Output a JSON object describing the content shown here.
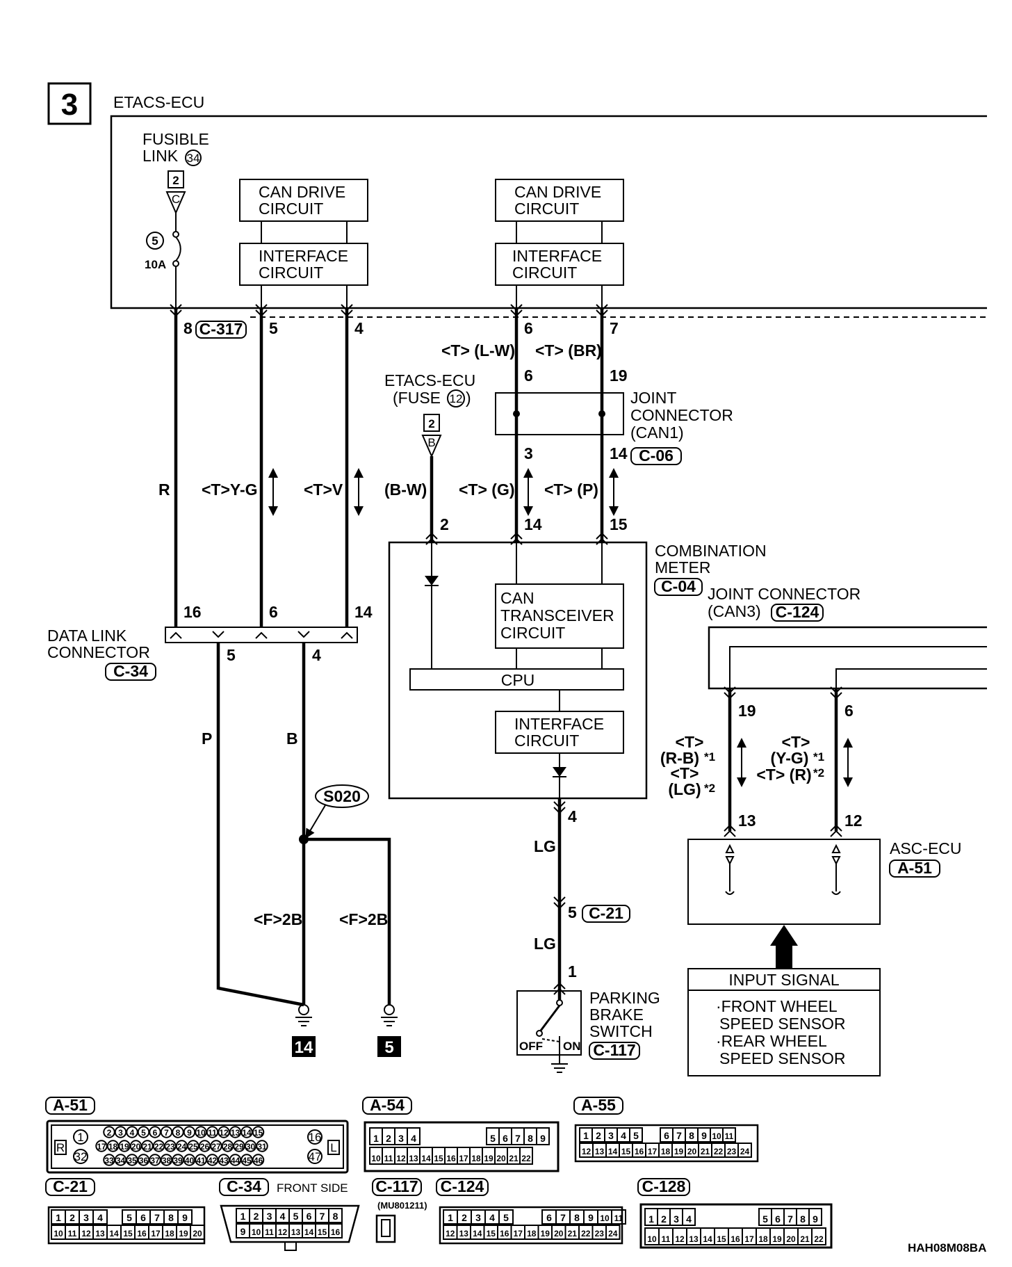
{
  "page_number": "3",
  "top_ecu": "ETACS-ECU",
  "fusible_link": {
    "line1": "FUSIBLE",
    "line2": "LINK",
    "circled": "34",
    "term": "2",
    "pin": "C"
  },
  "fuse": {
    "num": "5",
    "amp": "10A"
  },
  "can_drive": "CAN DRIVE",
  "circuit": "CIRCUIT",
  "interface": "INTERFACE",
  "connector_c317": "C-317",
  "pins": {
    "p8": "8",
    "p5": "5",
    "p4": "4",
    "p6": "6",
    "p7": "7",
    "p6b": "6",
    "p19": "19",
    "p3": "3",
    "p14": "14",
    "p2": "2",
    "p14b": "14",
    "p15": "15",
    "p16": "16",
    "p6c": "6",
    "p14c": "14",
    "p5b": "5",
    "p4b": "4",
    "p19b": "19",
    "p6d": "6",
    "p13": "13",
    "p12": "12",
    "p4c": "4",
    "p5c": "5",
    "p1": "1"
  },
  "wire_labels": {
    "tlw": "<T> (L-W)",
    "tbr": "<T> (BR)",
    "r": "R",
    "tyg": "<T>Y-G",
    "tv": "<T>V",
    "bw": "(B-W)",
    "tg": "<T> (G)",
    "tp": "<T> (P)",
    "p": "P",
    "b": "B",
    "f2b_a": "<F>2B",
    "f2b_b": "<F>2B",
    "lg1": "LG",
    "lg2": "LG"
  },
  "etacs_fuse": {
    "line1": "ETACS-ECU",
    "line2a": "(FUSE",
    "circled": "12",
    "line2b": ")",
    "term": "2",
    "pin": "B"
  },
  "joint_can1": {
    "line1": "JOINT",
    "line2": "CONNECTOR",
    "line3": "(CAN1)",
    "conn": "C-06"
  },
  "combination_meter": {
    "line1": "COMBINATION",
    "line2": "METER",
    "conn": "C-04"
  },
  "can_trans": {
    "line1": "CAN",
    "line2": "TRANSCEIVER",
    "line3": "CIRCUIT"
  },
  "cpu": "CPU",
  "data_link": {
    "line1": "DATA LINK",
    "line2": "CONNECTOR",
    "conn": "C-34"
  },
  "joint_can3": {
    "line1": "JOINT CONNECTOR",
    "line2": "(CAN3)",
    "conn": "C-124"
  },
  "asc_wires": {
    "t1": "<T>",
    "rb": "(R-B)",
    "star1a": "*1",
    "t2": "<T>",
    "lg": "(LG)",
    "star2a": "*2",
    "t3": "<T>",
    "yg": "(Y-G)",
    "star1b": "*1",
    "tr": "<T> (R)",
    "star2b": "*2"
  },
  "splice": "S020",
  "asc_ecu": {
    "name": "ASC-ECU",
    "conn": "A-51"
  },
  "c21": "C-21",
  "parking": {
    "line1": "PARKING",
    "line2": "BRAKE",
    "line3": "SWITCH",
    "conn": "C-117",
    "off": "OFF",
    "on": "ON"
  },
  "input_signal": {
    "title": "INPUT SIGNAL",
    "l1": "·FRONT WHEEL",
    "l2": "SPEED SENSOR",
    "l3": "·REAR WHEEL",
    "l4": "SPEED SENSOR"
  },
  "grounds": {
    "g1": "14",
    "g2": "5"
  },
  "connectors": {
    "a51": "A-51",
    "a54": "A-54",
    "a55": "A-55",
    "c21": "C-21",
    "c34": "C-34",
    "front_side": "FRONT SIDE",
    "c117": "C-117",
    "c124": "C-124",
    "c128": "C-128",
    "mu": "(MU801211)"
  },
  "a51_row1": [
    "2",
    "3",
    "4",
    "5",
    "6",
    "7",
    "8",
    "9",
    "10",
    "11",
    "12",
    "13",
    "14",
    "15"
  ],
  "a51_row2": [
    "17",
    "18",
    "19",
    "20",
    "21",
    "22",
    "23",
    "24",
    "25",
    "26",
    "27",
    "28",
    "29",
    "30",
    "31"
  ],
  "a51_row3": [
    "33",
    "34",
    "35",
    "36",
    "37",
    "38",
    "39",
    "40",
    "41",
    "42",
    "43",
    "44",
    "45",
    "46"
  ],
  "a51_side": {
    "one": "1",
    "r": "R",
    "n32": "32",
    "n16": "16",
    "n47": "47",
    "l": "L"
  },
  "a54_row1": [
    "1",
    "2",
    "3",
    "4",
    "5",
    "6",
    "7",
    "8",
    "9"
  ],
  "a54_row2": [
    "10",
    "11",
    "12",
    "13",
    "14",
    "15",
    "16",
    "17",
    "18",
    "19",
    "20",
    "21",
    "22"
  ],
  "a55_row1": [
    "1",
    "2",
    "3",
    "4",
    "5",
    "6",
    "7",
    "8",
    "9",
    "10",
    "11"
  ],
  "a55_row2": [
    "12",
    "13",
    "14",
    "15",
    "16",
    "17",
    "18",
    "19",
    "20",
    "21",
    "22",
    "23",
    "24"
  ],
  "c21_row1": [
    "1",
    "2",
    "3",
    "4",
    "5",
    "6",
    "7",
    "8",
    "9"
  ],
  "c21_row2": [
    "10",
    "11",
    "12",
    "13",
    "14",
    "15",
    "16",
    "17",
    "18",
    "19",
    "20"
  ],
  "c34_row1": [
    "1",
    "2",
    "3",
    "4",
    "5",
    "6",
    "7",
    "8"
  ],
  "c34_row2": [
    "9",
    "10",
    "11",
    "12",
    "13",
    "14",
    "15",
    "16"
  ],
  "c124_row1": [
    "1",
    "2",
    "3",
    "4",
    "5",
    "6",
    "7",
    "8",
    "9",
    "10",
    "11"
  ],
  "c124_row2": [
    "12",
    "13",
    "14",
    "15",
    "16",
    "17",
    "18",
    "19",
    "20",
    "21",
    "22",
    "23",
    "24"
  ],
  "c128_row1": [
    "1",
    "2",
    "3",
    "4",
    "5",
    "6",
    "7",
    "8",
    "9"
  ],
  "c128_row2": [
    "10",
    "11",
    "12",
    "13",
    "14",
    "15",
    "16",
    "17",
    "18",
    "19",
    "20",
    "21",
    "22"
  ],
  "code": "HAH08M08BA"
}
